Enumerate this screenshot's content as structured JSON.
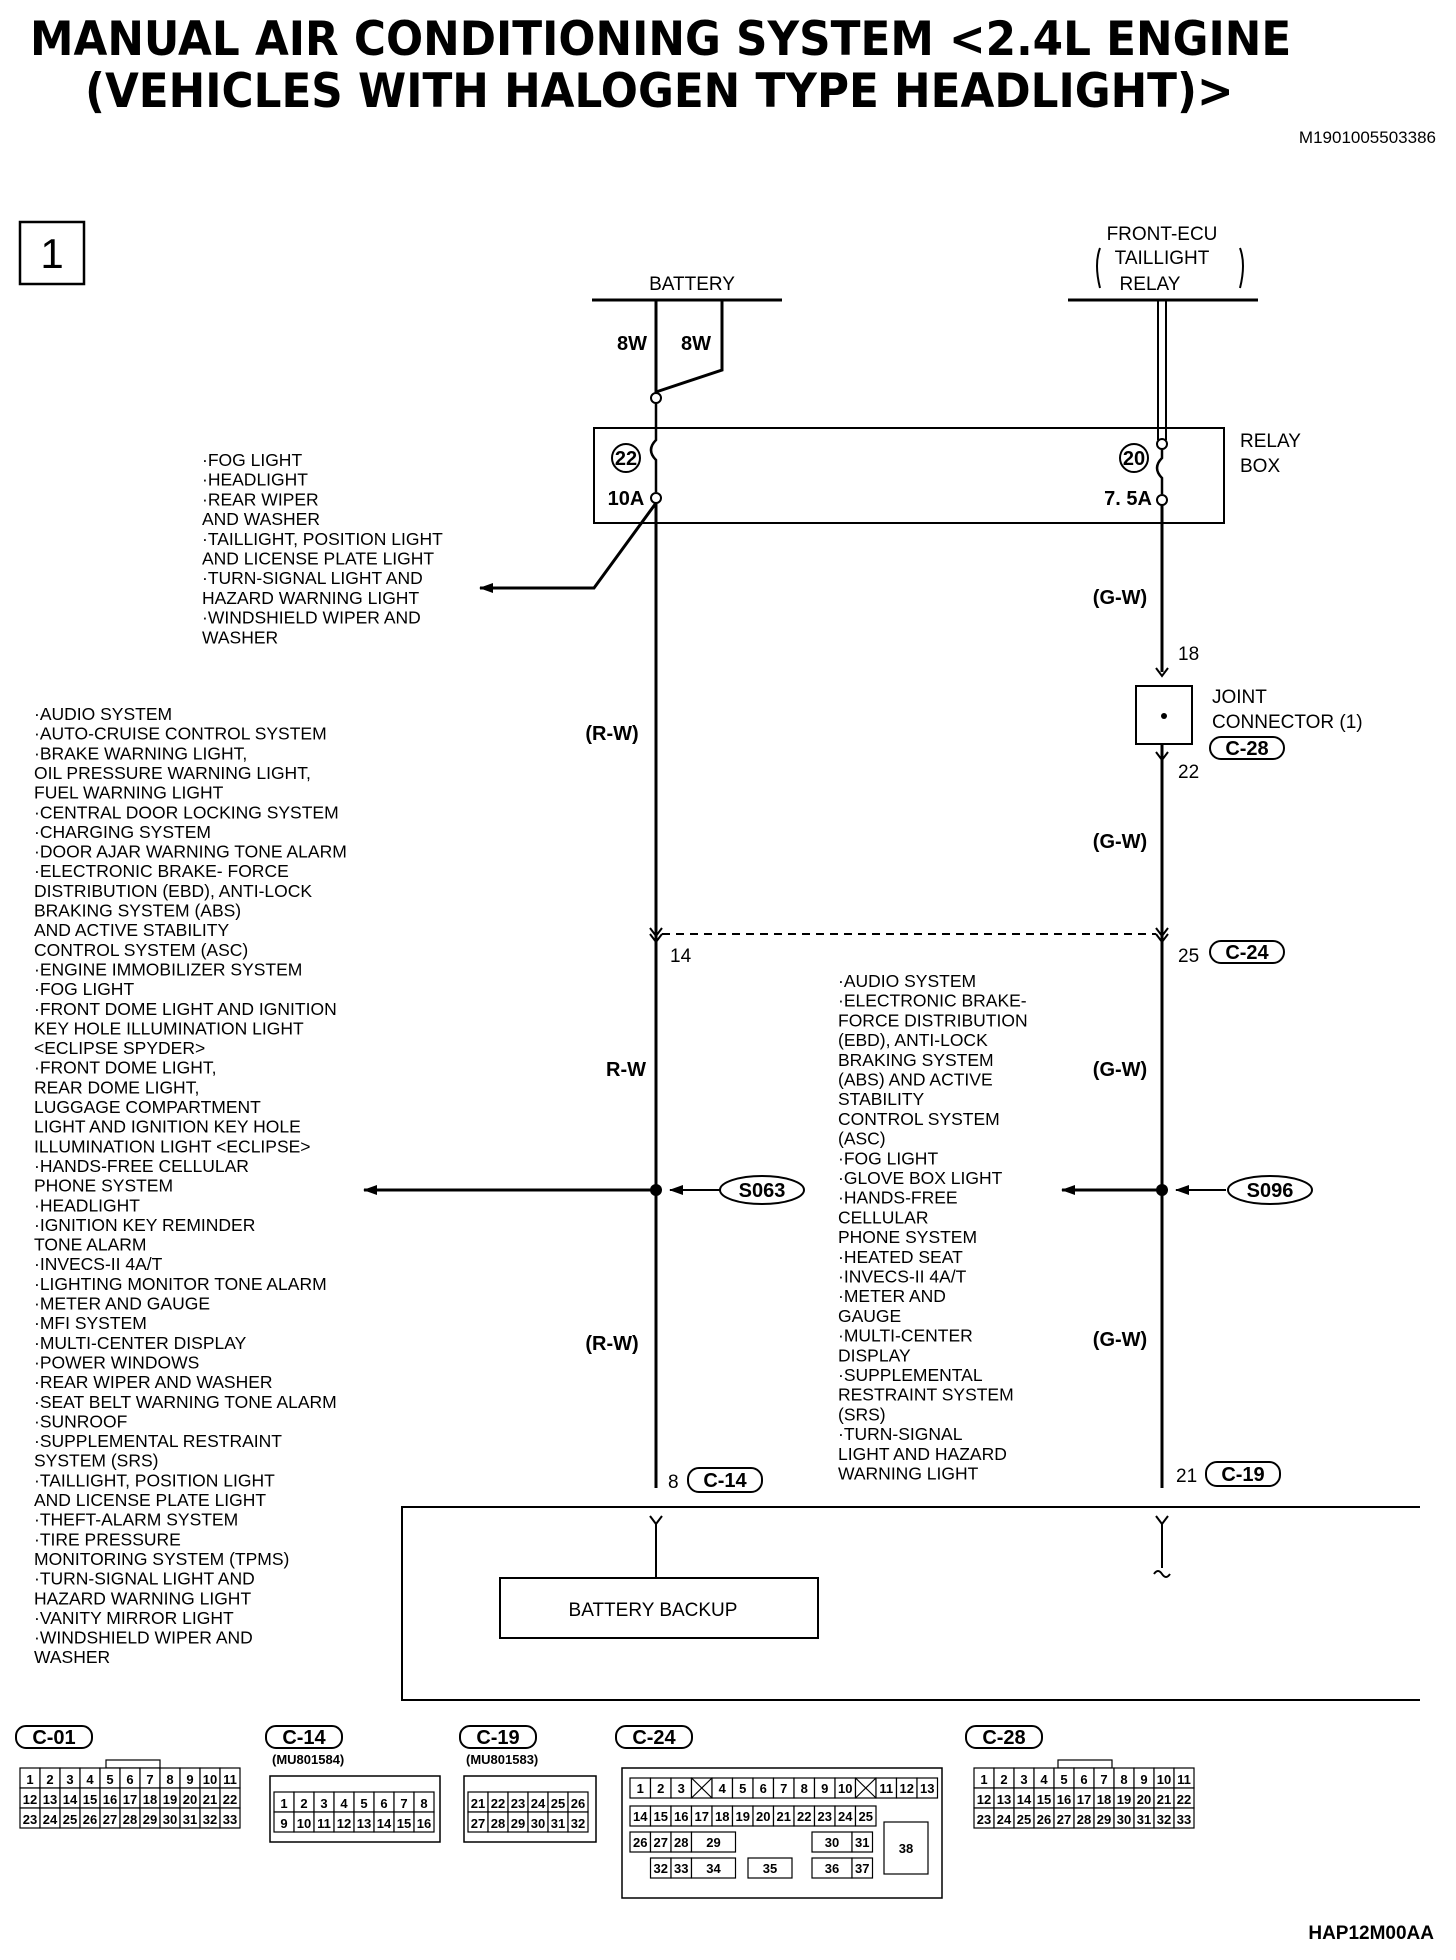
{
  "header": {
    "title_line1": "MANUAL AIR CONDITIONING SYSTEM <2.4L ENGINE",
    "title_line2": "(VEHICLES WITH HALOGEN TYPE HEADLIGHT)>",
    "doc_id": "M1901005503386"
  },
  "diagram": {
    "page_number": "1",
    "battery_label": "BATTERY",
    "wire_8w": "8W",
    "front_ecu": [
      "FRONT-ECU",
      "TAILLIGHT",
      "RELAY"
    ],
    "relay_box": [
      "RELAY",
      "BOX"
    ],
    "fuse_left": {
      "num": "22",
      "amp": "10A"
    },
    "fuse_right": {
      "num": "20",
      "amp": "7. 5A"
    },
    "wire_rw_paren": "(R-W)",
    "wire_rw": "R-W",
    "wire_gw_paren": "(G-W)",
    "term_18": "18",
    "term_22": "22",
    "term_14": "14",
    "term_25": "25",
    "term_8": "8",
    "term_21": "21",
    "joint_connector": [
      "JOINT",
      "CONNECTOR (1)"
    ],
    "conn_c28": "C-28",
    "conn_c24": "C-24",
    "conn_c14": "C-14",
    "conn_c19": "C-19",
    "splice_s063": "S063",
    "splice_s096": "S096",
    "battery_backup": "BATTERY BACKUP",
    "fuse_branch_list": [
      "·FOG LIGHT",
      "·HEADLIGHT",
      "·REAR WIPER",
      " AND WASHER",
      "·TAILLIGHT, POSITION LIGHT",
      " AND LICENSE PLATE LIGHT",
      "·TURN-SIGNAL LIGHT AND",
      " HAZARD WARNING LIGHT",
      "·WINDSHIELD WIPER AND",
      " WASHER"
    ],
    "left_list": [
      "·AUDIO SYSTEM",
      "·AUTO-CRUISE CONTROL SYSTEM",
      "·BRAKE WARNING LIGHT,",
      " OIL PRESSURE WARNING LIGHT,",
      " FUEL WARNING LIGHT",
      "·CENTRAL DOOR LOCKING SYSTEM",
      "·CHARGING SYSTEM",
      "·DOOR AJAR WARNING TONE ALARM",
      "·ELECTRONIC BRAKE- FORCE",
      " DISTRIBUTION  (EBD), ANTI-LOCK",
      " BRAKING SYSTEM (ABS)",
      " AND ACTIVE STABILITY",
      " CONTROL SYSTEM (ASC)",
      "·ENGINE IMMOBILIZER SYSTEM",
      "·FOG LIGHT",
      "·FRONT DOME LIGHT AND IGNITION",
      " KEY HOLE ILLUMINATION LIGHT",
      " <ECLIPSE SPYDER>",
      "·FRONT DOME LIGHT,",
      " REAR DOME LIGHT,",
      " LUGGAGE COMPARTMENT",
      " LIGHT AND IGNITION KEY HOLE",
      " ILLUMINATION LIGHT <ECLIPSE>",
      "·HANDS-FREE CELLULAR",
      " PHONE SYSTEM",
      "·HEADLIGHT",
      "·IGNITION KEY REMINDER",
      " TONE ALARM",
      "·INVECS-II 4A/T",
      "·LIGHTING MONITOR TONE ALARM",
      "·METER AND GAUGE",
      "·MFI SYSTEM",
      "·MULTI-CENTER DISPLAY",
      "·POWER WINDOWS",
      "·REAR WIPER AND WASHER",
      "·SEAT BELT WARNING TONE ALARM",
      "·SUNROOF",
      "·SUPPLEMENTAL RESTRAINT",
      " SYSTEM (SRS)",
      "·TAILLIGHT, POSITION LIGHT",
      " AND LICENSE PLATE LIGHT",
      "·THEFT-ALARM SYSTEM",
      "·TIRE PRESSURE",
      " MONITORING SYSTEM (TPMS)",
      "·TURN-SIGNAL LIGHT AND",
      " HAZARD WARNING LIGHT",
      "·VANITY MIRROR LIGHT",
      "·WINDSHIELD WIPER AND",
      " WASHER"
    ],
    "right_list": [
      "·AUDIO SYSTEM",
      "·ELECTRONIC BRAKE-",
      " FORCE DISTRIBUTION",
      " (EBD), ANTI-LOCK",
      " BRAKING SYSTEM",
      " (ABS) AND ACTIVE",
      " STABILITY",
      " CONTROL SYSTEM",
      " (ASC)",
      "·FOG LIGHT",
      "·GLOVE BOX LIGHT",
      "·HANDS-FREE",
      " CELLULAR",
      " PHONE SYSTEM",
      "·HEATED SEAT",
      "·INVECS-II 4A/T",
      "·METER AND",
      " GAUGE",
      "·MULTI-CENTER",
      " DISPLAY",
      "·SUPPLEMENTAL",
      " RESTRAINT SYSTEM",
      " (SRS)",
      "·TURN-SIGNAL",
      " LIGHT AND HAZARD",
      " WARNING LIGHT"
    ]
  },
  "connectors": [
    {
      "id": "C-01",
      "part": "",
      "rows": [
        [
          "1",
          "2",
          "3",
          "4",
          "5",
          "6",
          "7",
          "8",
          "9",
          "10",
          "11"
        ],
        [
          "12",
          "13",
          "14",
          "15",
          "16",
          "17",
          "18",
          "19",
          "20",
          "21",
          "22"
        ],
        [
          "23",
          "24",
          "25",
          "26",
          "27",
          "28",
          "29",
          "30",
          "31",
          "32",
          "33"
        ]
      ]
    },
    {
      "id": "C-14",
      "part": "(MU801584)",
      "rows": [
        [
          "1",
          "2",
          "3",
          "4",
          "5",
          "6",
          "7",
          "8"
        ],
        [
          "9",
          "10",
          "11",
          "12",
          "13",
          "14",
          "15",
          "16"
        ]
      ]
    },
    {
      "id": "C-19",
      "part": "(MU801583)",
      "rows": [
        [
          "21",
          "22",
          "23",
          "24",
          "25",
          "26"
        ],
        [
          "27",
          "28",
          "29",
          "30",
          "31",
          "32"
        ]
      ]
    },
    {
      "id": "C-24",
      "part": "",
      "rows": [
        [
          "1",
          "2",
          "3",
          "X",
          "4",
          "5",
          "6",
          "7",
          "8",
          "9",
          "10",
          "X",
          "11",
          "12",
          "13"
        ],
        [
          "14",
          "15",
          "16",
          "17",
          "18",
          "19",
          "20",
          "21",
          "22",
          "23",
          "24",
          "25"
        ],
        [
          "26",
          "27",
          "28",
          "29",
          "30",
          "31",
          "38"
        ],
        [
          "32",
          "33",
          "34",
          "35",
          "36",
          "37"
        ]
      ]
    },
    {
      "id": "C-28",
      "part": "",
      "rows": [
        [
          "1",
          "2",
          "3",
          "4",
          "5",
          "6",
          "7",
          "8",
          "9",
          "10",
          "11"
        ],
        [
          "12",
          "13",
          "14",
          "15",
          "16",
          "17",
          "18",
          "19",
          "20",
          "21",
          "22"
        ],
        [
          "23",
          "24",
          "25",
          "26",
          "27",
          "28",
          "29",
          "30",
          "31",
          "32",
          "33"
        ]
      ]
    }
  ],
  "footer": {
    "code": "HAP12M00AA"
  }
}
